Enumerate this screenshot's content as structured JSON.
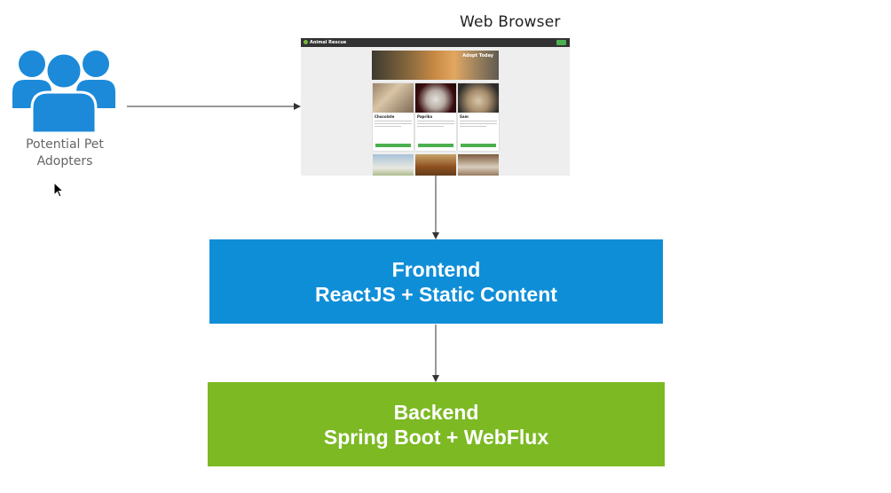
{
  "users": {
    "label_line1": "Potential Pet",
    "label_line2": "Adopters",
    "icon": "users-group-icon",
    "icon_color": "#1c8ad9"
  },
  "browser": {
    "caption": "Web Browser",
    "app": {
      "brand": "Animal Rescue",
      "hero_text": "Adopt Today",
      "cards": [
        {
          "name": "Chocolate"
        },
        {
          "name": "Paprika"
        },
        {
          "name": "Sam"
        }
      ]
    }
  },
  "frontend": {
    "title": "Frontend",
    "subtitle": "ReactJS + Static Content",
    "color": "#0f8ed8"
  },
  "backend": {
    "title": "Backend",
    "subtitle": "Spring Boot + WebFlux",
    "color": "#7cb923"
  },
  "connectors": [
    {
      "from": "users",
      "to": "browser"
    },
    {
      "from": "browser",
      "to": "frontend"
    },
    {
      "from": "frontend",
      "to": "backend"
    }
  ]
}
